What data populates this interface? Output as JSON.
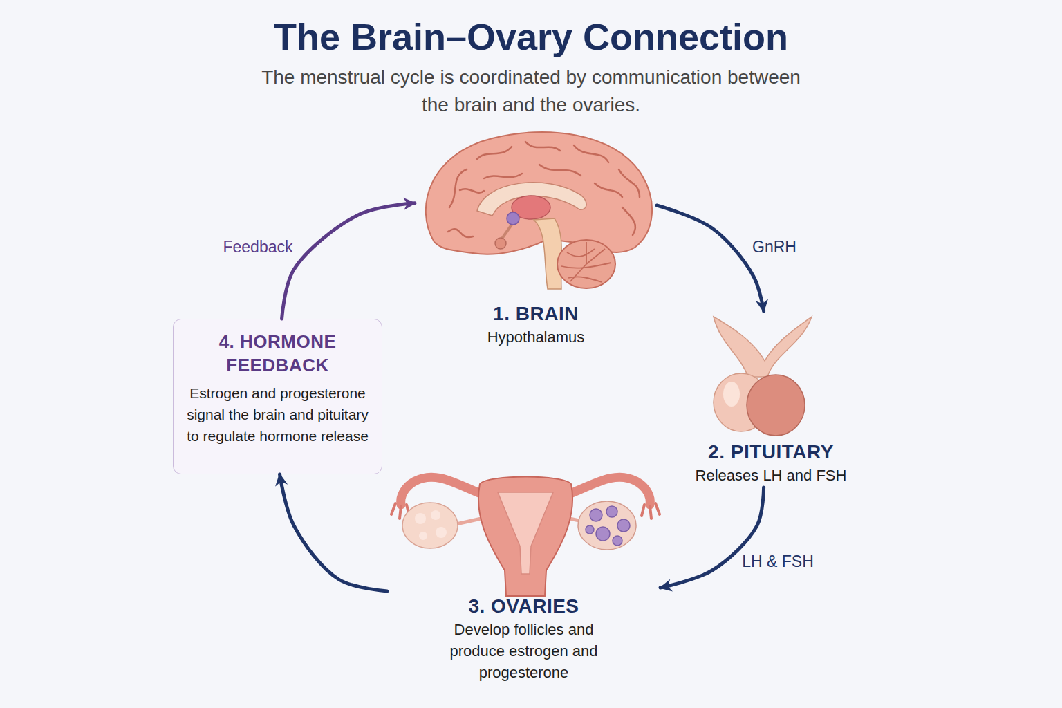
{
  "diagram": {
    "title": "The Brain–Ovary Connection",
    "caption": "The menstrual cycle is coordinated by communication between the brain and the ovaries.",
    "nodes": [
      {
        "text": [
          "1. BRAIN",
          "Hypothalamus"
        ]
      },
      {
        "text": [
          "2. PITUITARY",
          "Releases LH and FSH"
        ]
      },
      {
        "text": [
          "3. OVARIES",
          "Develop follicles and produce estrogen and progesterone"
        ]
      },
      {
        "text": [
          "4. HORMONE FEEDBACK",
          "Estrogen and progesterone signal the brain and pituitary to regulate hormone release"
        ]
      }
    ],
    "edges": [
      {
        "from": 0,
        "to": 1,
        "label": "GnRH",
        "arrow": "to"
      },
      {
        "from": 1,
        "to": 2,
        "label": "LH & FSH",
        "arrow": "to"
      },
      {
        "from": 2,
        "to": 3,
        "arrow": "to"
      },
      {
        "from": 3,
        "to": 0,
        "label": "Feedback",
        "arrow": "to"
      }
    ]
  }
}
